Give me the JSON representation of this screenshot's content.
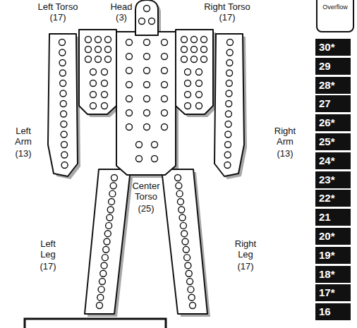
{
  "diagram": {
    "nodes": [
      {
        "text": [
          "Overflow"
        ]
      },
      {
        "text": [
          "30*"
        ]
      },
      {
        "text": [
          "29"
        ]
      },
      {
        "text": [
          "28*"
        ]
      },
      {
        "text": [
          "27"
        ]
      },
      {
        "text": [
          "26*"
        ]
      },
      {
        "text": [
          "25*"
        ]
      },
      {
        "text": [
          "24*"
        ]
      },
      {
        "text": [
          "23*"
        ]
      },
      {
        "text": [
          "22*"
        ]
      },
      {
        "text": [
          "21"
        ]
      },
      {
        "text": [
          "20*"
        ]
      },
      {
        "text": [
          "19*"
        ]
      },
      {
        "text": [
          "18*"
        ]
      },
      {
        "text": [
          "17*"
        ]
      },
      {
        "text": [
          "16"
        ]
      }
    ],
    "labels": [
      "Left Torso",
      "(17)",
      "Head",
      "(3)",
      "Right Torso",
      "(17)",
      "Left Arm",
      "(13)",
      "Right Arm",
      "(13)",
      "Center Torso",
      "(25)",
      "Left Leg",
      "(17)",
      "Right Leg",
      "(17)"
    ]
  }
}
